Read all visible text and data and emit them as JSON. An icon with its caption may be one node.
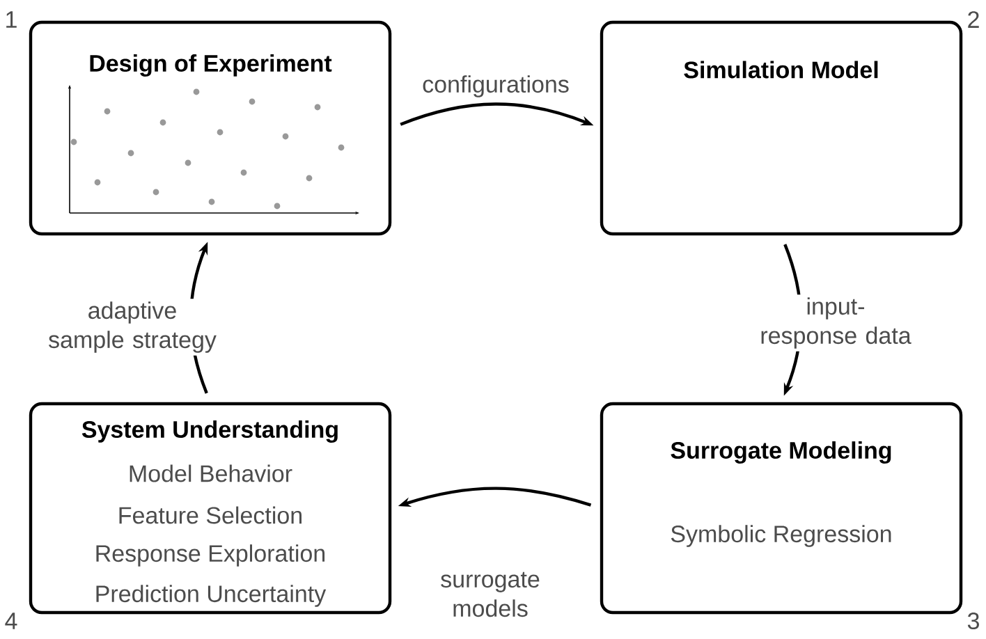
{
  "diagram": {
    "nodes": [
      {
        "text": [
          "Design of Experiment"
        ],
        "beside": [
          "1"
        ]
      },
      {
        "text": [
          "Simulation Model"
        ],
        "beside": [
          "2"
        ]
      },
      {
        "text": [
          "Surrogate Modeling",
          "Symbolic Regression"
        ],
        "beside": [
          "3"
        ]
      },
      {
        "text": [
          "System Understanding",
          "Model Behavior",
          "Feature Selection",
          "Response Exploration",
          "Prediction Uncertainty"
        ],
        "beside": [
          "4"
        ]
      }
    ],
    "edges": [
      {
        "from": 0,
        "to": 1,
        "arrow": "to",
        "label": "configurations"
      },
      {
        "from": 1,
        "to": 2,
        "arrow": "to",
        "label": "input-response data"
      },
      {
        "from": 2,
        "to": 3,
        "arrow": "to",
        "label": "surrogate models"
      },
      {
        "from": 3,
        "to": 0,
        "arrow": "to",
        "label": "adaptive sample strategy"
      }
    ]
  }
}
